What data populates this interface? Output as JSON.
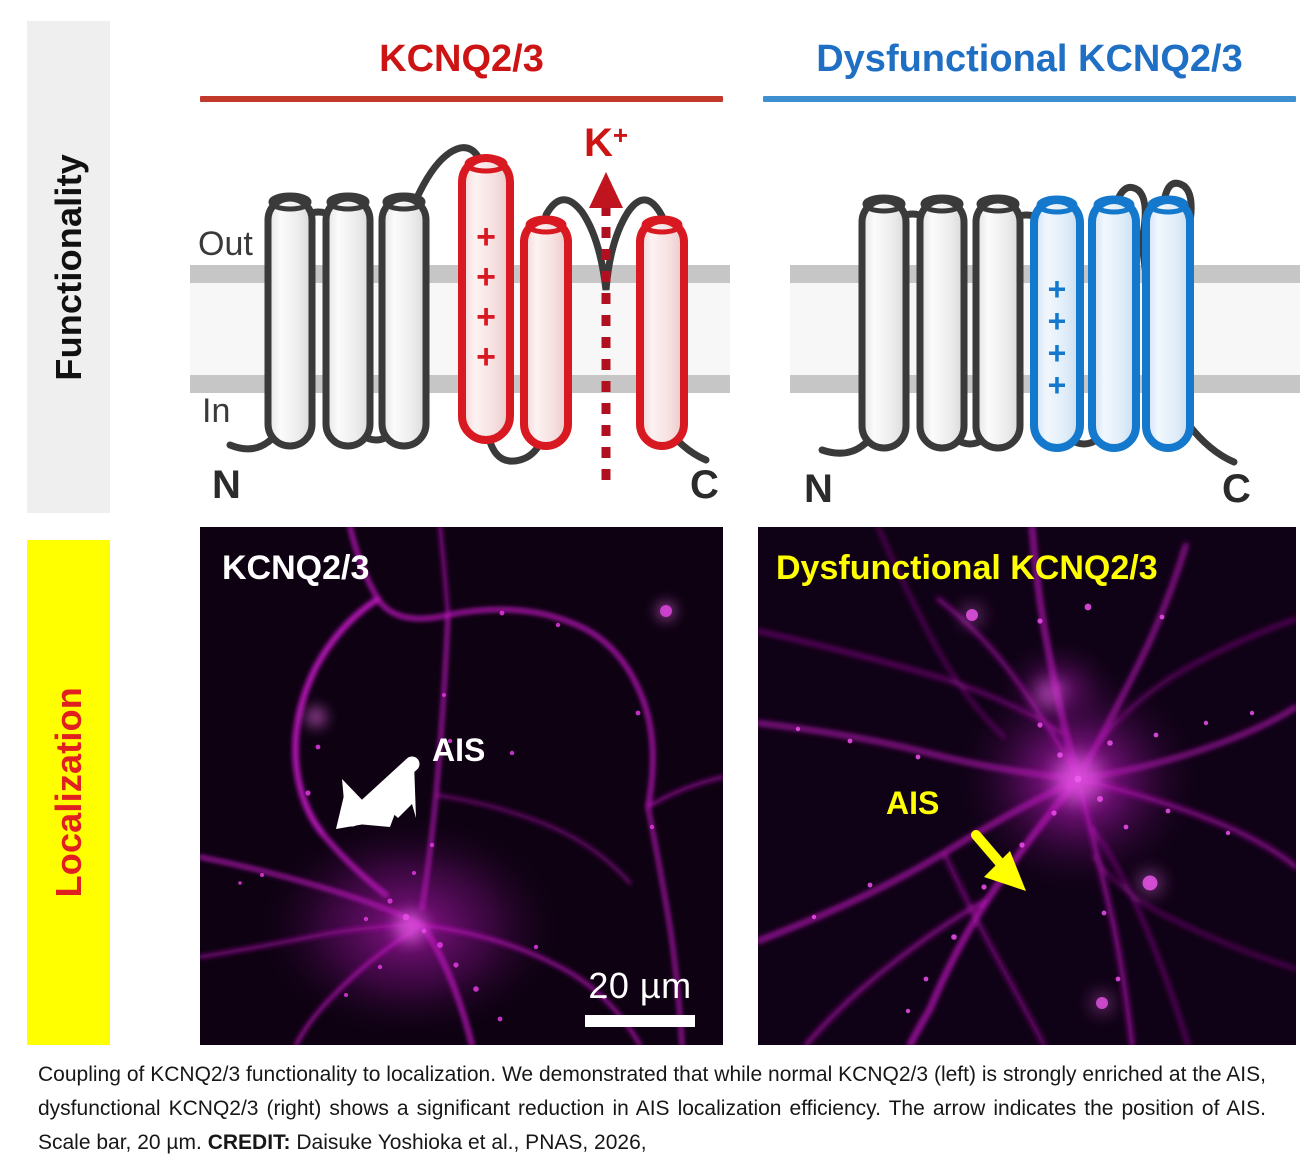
{
  "row_labels": {
    "functionality": "Functionality",
    "localization": "Localization"
  },
  "columns": {
    "left_title": "KCNQ2/3",
    "right_title": "Dysfunctional KCNQ2/3"
  },
  "topology": {
    "out_label": "Out",
    "in_label": "In",
    "n_terminus": "N",
    "c_terminus": "C",
    "ion_label": "K",
    "ion_charge": "+",
    "voltage_sensor_charges": "+ + + +",
    "colors": {
      "functional_helix": "#d81921",
      "functional_helix_fill": "#f7dcdc",
      "dysfunctional_helix": "#1479cc",
      "dysfunctional_helix_fill": "#d5e7f6",
      "neutral_helix": "#3a3a3a",
      "neutral_helix_fill": "#efefef",
      "membrane_band": "#c6c6c6",
      "ion_flux": "#b01020"
    }
  },
  "micrographs": {
    "left": {
      "tag": "KCNQ2/3",
      "ais_label": "AIS",
      "scalebar_text": "20 µm",
      "tag_color": "#ffffff",
      "signal_color": "#cc16cc"
    },
    "right": {
      "tag": "Dysfunctional KCNQ2/3",
      "ais_label": "AIS",
      "tag_color": "#ffff00",
      "signal_color": "#cc16cc"
    }
  },
  "caption": {
    "body": "Coupling of KCNQ2/3 functionality to localization. We demonstrated that while normal KCNQ2/3 (left) is strongly enriched at the AIS, dysfunctional KCNQ2/3 (right) shows a significant reduction in AIS localization efficiency. The arrow indicates the position of AIS. Scale bar, 20 µm. ",
    "credit_label": "CREDIT:",
    "credit_text": " Daisuke Yoshioka et al., PNAS, 2026,"
  }
}
